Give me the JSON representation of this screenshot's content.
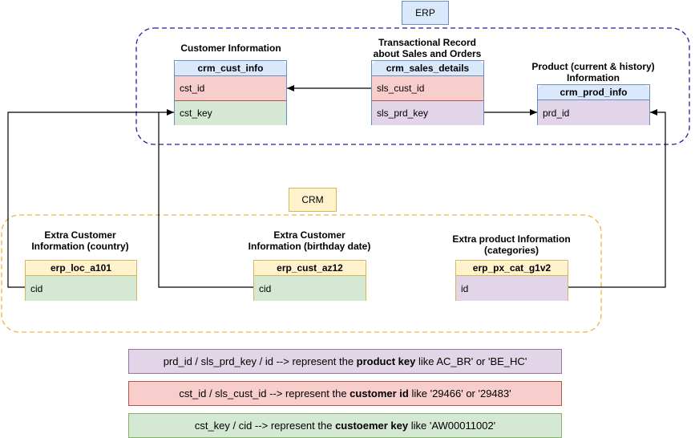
{
  "groups": {
    "erp": {
      "label": "ERP"
    },
    "crm": {
      "label": "CRM"
    }
  },
  "entities": {
    "cust_info": {
      "caption": "Customer Information",
      "name": "crm_cust_info",
      "fields": [
        "cst_id",
        "cst_key"
      ]
    },
    "sales_details": {
      "caption_line1": "Transactional Record",
      "caption_line2": "about Sales and Orders",
      "name": "crm_sales_details",
      "fields": [
        "sls_cust_id",
        "sls_prd_key"
      ]
    },
    "prd_info": {
      "caption_line1": "Product (current & history)",
      "caption_line2": "Information",
      "name": "crm_prod_info",
      "fields": [
        "prd_id"
      ]
    },
    "loc": {
      "caption_line1": "Extra Customer",
      "caption_line2": "Information (country)",
      "name": "erp_loc_a101",
      "fields": [
        "cid"
      ]
    },
    "cust_az": {
      "caption_line1": "Extra Customer",
      "caption_line2": "Information (birthday date)",
      "name": "erp_cust_az12",
      "fields": [
        "cid"
      ]
    },
    "px_cat": {
      "caption_line1": "Extra product Information",
      "caption_line2": "(categories)",
      "name": "erp_px_cat_g1v2",
      "fields": [
        "id"
      ]
    }
  },
  "legend": [
    {
      "pre": "prd_id / sls_prd_key / id --> represent the ",
      "bold": "product key",
      "post": " like AC_BR' or 'BE_HC'",
      "color": "#e1d5e7"
    },
    {
      "pre": "cst_id / sls_cust_id --> represent the ",
      "bold": "customer id",
      "post": " like '29466' or '29483'",
      "color": "#f8cecc"
    },
    {
      "pre": "cst_key / cid --> represent the ",
      "bold": "custoemer key",
      "post": " like 'AW00011002'",
      "color": "#d5e8d4"
    }
  ],
  "colors": {
    "erp_border": "#1f1fa8",
    "crm_border": "#f0b43c",
    "blue_header": "#dae8fc",
    "yellow_header": "#fff2cc",
    "red": "#f8cecc",
    "green": "#d5e8d4",
    "purple": "#e1d5e7"
  }
}
